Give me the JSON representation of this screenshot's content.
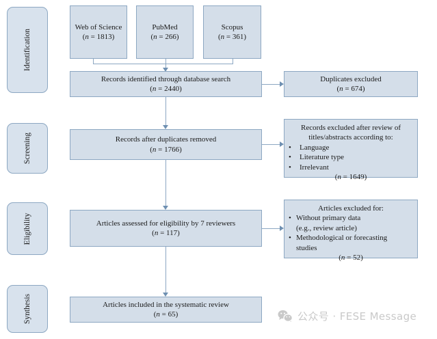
{
  "diagram": {
    "title": "PRISMA study selection flow diagram",
    "type": "flowchart",
    "colors": {
      "box_fill": "#d4dee9",
      "stage_fill": "#d8e2ed",
      "border": "#8ca7c2",
      "connector": "#8ca7c2",
      "arrow": "#6f90b2",
      "text": "#1a1a1a",
      "watermark": "#c9c9c9"
    }
  },
  "stages": [
    {
      "label": "Identification"
    },
    {
      "label": "Screening"
    },
    {
      "label": "Eligibility"
    },
    {
      "label": "Synthesis"
    }
  ],
  "sources": [
    {
      "name": "Web of Science",
      "count_line": "(n = 1813)",
      "n": 1813
    },
    {
      "name": "PubMed",
      "count_line": "(n = 266)",
      "n": 266
    },
    {
      "name": "Scopus",
      "count_line": "(n = 361)",
      "n": 361
    }
  ],
  "main_steps": [
    {
      "id": "identified",
      "line1": "Records identified through database search",
      "line2": "(n = 2440)",
      "n": 2440
    },
    {
      "id": "after-duplicates",
      "line1": "Records after duplicates removed",
      "line2": "(n = 1766)",
      "n": 1766
    },
    {
      "id": "assessed",
      "line1": "Articles assessed for eligibility by 7 reviewers",
      "line2": "(n = 117)",
      "n": 117
    },
    {
      "id": "included",
      "line1": "Articles included in the systematic review",
      "line2": "(n = 65)",
      "n": 65
    }
  ],
  "exclusions": [
    {
      "id": "duplicates-excluded",
      "line1": "Duplicates excluded",
      "line2": "(n = 674)",
      "n": 674
    },
    {
      "id": "screening-excluded",
      "heading_line1": "Records excluded after review of",
      "heading_line2": "titles/abstracts according to:",
      "bullets": [
        "Language",
        "Literature type",
        "Irrelevant"
      ],
      "count_line": "(n = 1649)",
      "n": 1649
    },
    {
      "id": "eligibility-excluded",
      "heading_line1": "Articles excluded for:",
      "bullets": [
        "Without primary data",
        "(e.g., review article)",
        "Methodological or forecasting",
        "studies"
      ],
      "bullet_items": [
        {
          "text": "Without primary data",
          "cont": "(e.g., review article)"
        },
        {
          "text": "Methodological or forecasting",
          "cont": "studies"
        }
      ],
      "count_line": "(n = 52)",
      "n": 52
    }
  ],
  "watermark": {
    "icon": "wechat-icon",
    "text": "公众号 · FESE Message"
  }
}
